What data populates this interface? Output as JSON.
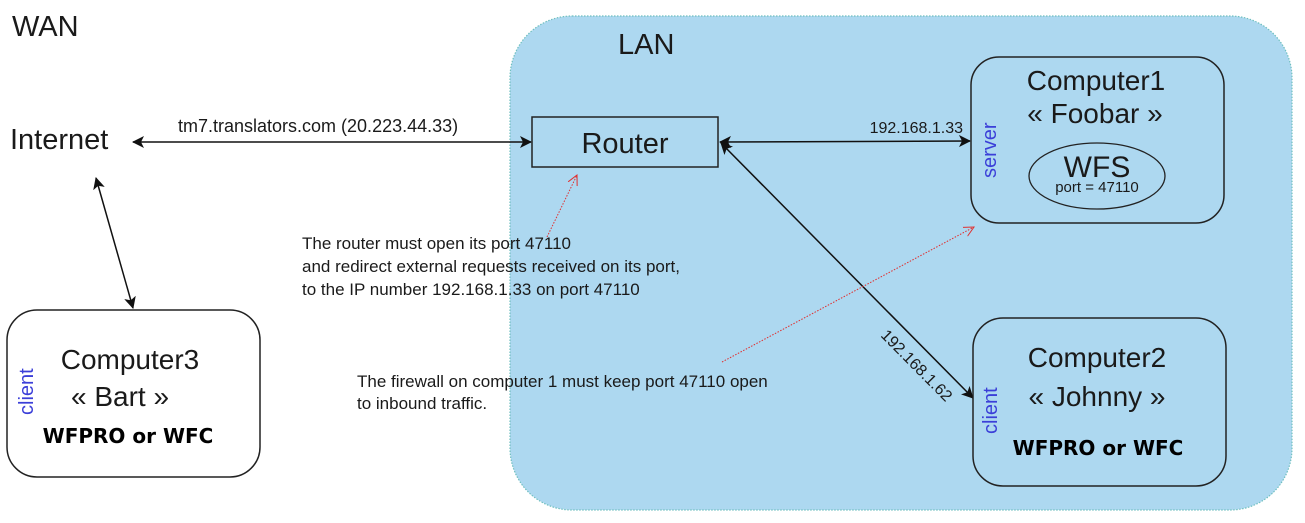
{
  "zones": {
    "wan_label": "WAN",
    "lan_label": "LAN",
    "lan_fill_color": "#add8f0",
    "lan_border_color": "#6fbfbf"
  },
  "nodes": {
    "internet": {
      "label": "Internet"
    },
    "router": {
      "label": "Router"
    },
    "computer1": {
      "name": "Computer1",
      "alias": "« Foobar »",
      "role": "server",
      "service": {
        "name": "WFS",
        "detail": "port = 47110"
      }
    },
    "computer2": {
      "name": "Computer2",
      "alias": "« Johnny »",
      "role": "client",
      "software": "WFPRO or WFC"
    },
    "computer3": {
      "name": "Computer3",
      "alias": "« Bart »",
      "role": "client",
      "software": "WFPRO or WFC"
    }
  },
  "links": {
    "internet_router": "tm7.translators.com (20.223.44.33)",
    "router_computer1": "192.168.1.33",
    "router_computer2": "192.168.1.62"
  },
  "notes": {
    "router_note": [
      "The router must open its port 47110",
      "and redirect external requests received on its port,",
      "to the IP number 192.168.1.33 on port 47110"
    ],
    "firewall_note": [
      "The firewall on computer 1 must keep port 47110 open",
      "to inbound traffic."
    ]
  },
  "colors": {
    "role_text": "#3b3fd8",
    "note_arrow": "#e03030",
    "line": "#1a1a1a"
  }
}
